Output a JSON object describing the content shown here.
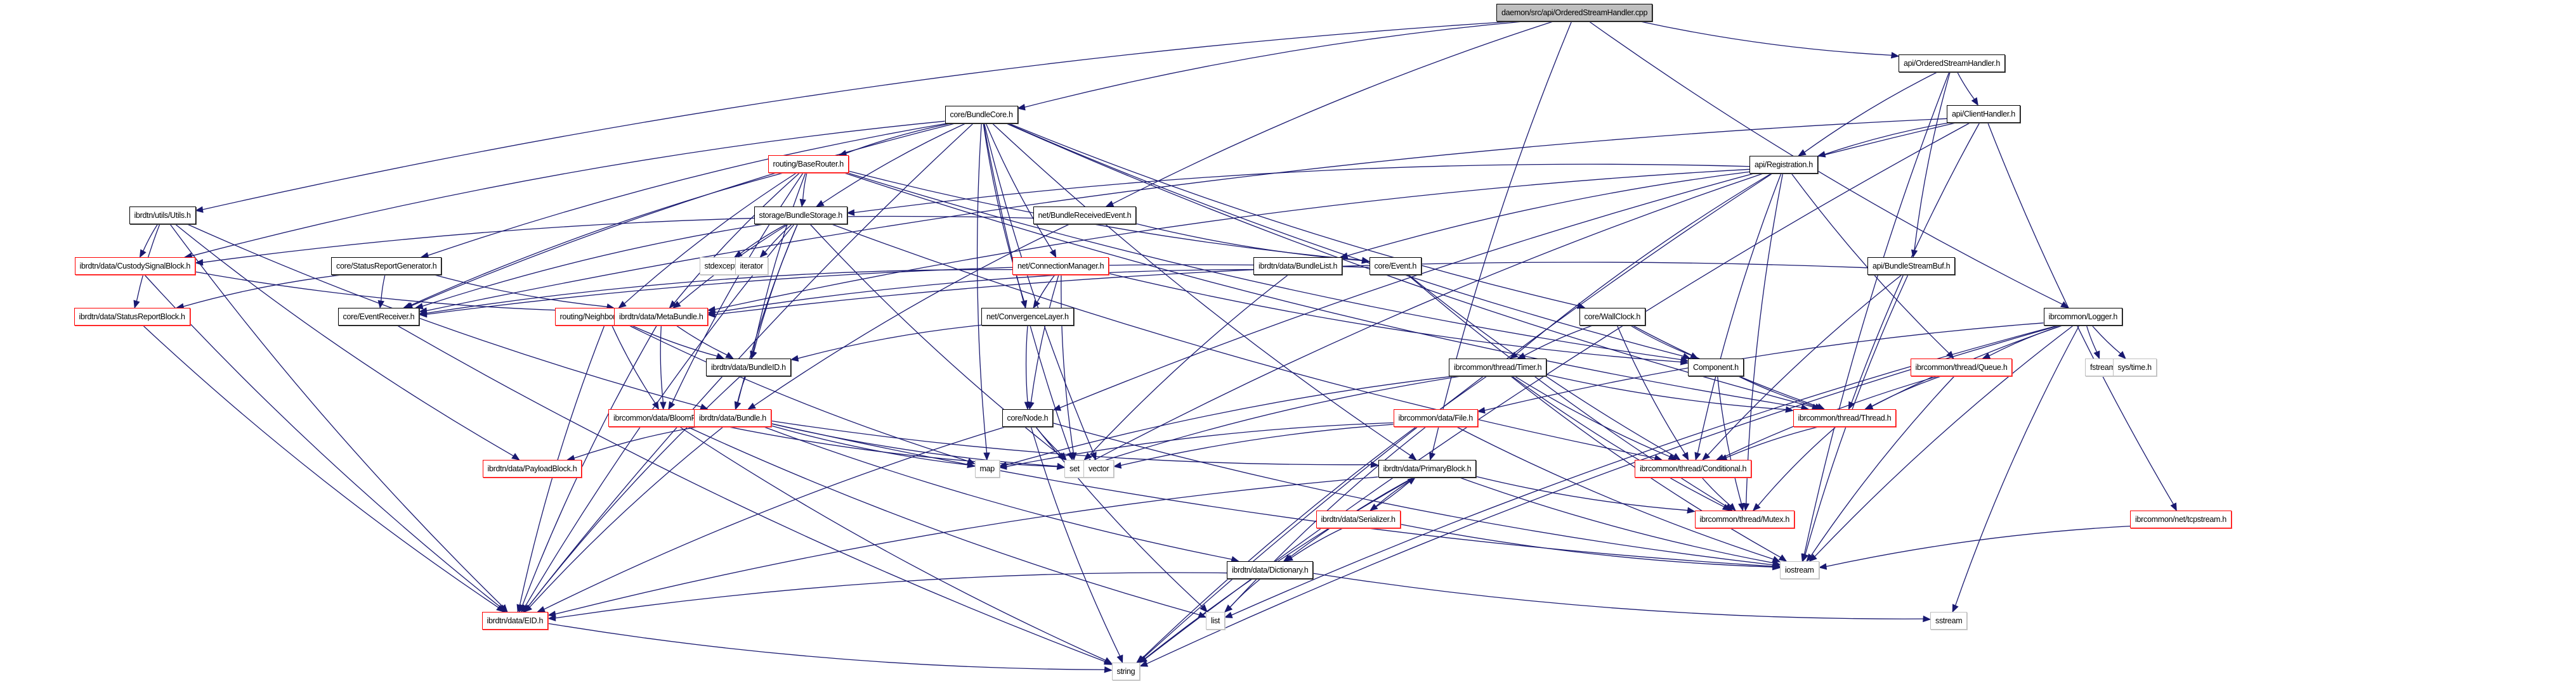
{
  "title": "daemon/src/api/OrderedStreamHandler.cpp",
  "colors": {
    "edge": "#191970",
    "truncated_border": "#ff0000",
    "system_border": "#bfbfbf",
    "root_fill": "#bfbfbf"
  },
  "nodes": [
    {
      "id": "root",
      "label": "daemon/src/api/OrderedStreamHandler.cpp",
      "kind": "root"
    },
    {
      "id": "BundleCore",
      "label": "core/BundleCore.h",
      "kind": "normal"
    },
    {
      "id": "OSH",
      "label": "api/OrderedStreamHandler.h",
      "kind": "normal"
    },
    {
      "id": "ClientHandler",
      "label": "api/ClientHandler.h",
      "kind": "normal"
    },
    {
      "id": "Registration",
      "label": "api/Registration.h",
      "kind": "normal"
    },
    {
      "id": "BaseRouter",
      "label": "routing/BaseRouter.h",
      "kind": "truncated"
    },
    {
      "id": "Utils",
      "label": "ibrdtn/utils/Utils.h",
      "kind": "normal"
    },
    {
      "id": "BundleStorage",
      "label": "storage/BundleStorage.h",
      "kind": "normal"
    },
    {
      "id": "BRE",
      "label": "net/BundleReceivedEvent.h",
      "kind": "normal"
    },
    {
      "id": "CSB",
      "label": "ibrdtn/data/CustodySignalBlock.h",
      "kind": "truncated"
    },
    {
      "id": "SRG",
      "label": "core/StatusReportGenerator.h",
      "kind": "normal"
    },
    {
      "id": "stdexcept",
      "label": "stdexcept",
      "kind": "system"
    },
    {
      "id": "iterator",
      "label": "iterator",
      "kind": "system"
    },
    {
      "id": "ConnMgr",
      "label": "net/ConnectionManager.h",
      "kind": "truncated"
    },
    {
      "id": "BundleList",
      "label": "ibrdtn/data/BundleList.h",
      "kind": "normal"
    },
    {
      "id": "Event",
      "label": "core/Event.h",
      "kind": "normal"
    },
    {
      "id": "BSB",
      "label": "api/BundleStreamBuf.h",
      "kind": "normal"
    },
    {
      "id": "SRB",
      "label": "ibrdtn/data/StatusReportBlock.h",
      "kind": "truncated"
    },
    {
      "id": "EventReceiver",
      "label": "core/EventReceiver.h",
      "kind": "normal"
    },
    {
      "id": "NeighborDB",
      "label": "routing/NeighborDatabase.h",
      "kind": "truncated"
    },
    {
      "id": "MetaBundle",
      "label": "ibrdtn/data/MetaBundle.h",
      "kind": "truncated"
    },
    {
      "id": "ConvLayer",
      "label": "net/ConvergenceLayer.h",
      "kind": "normal"
    },
    {
      "id": "WallClock",
      "label": "core/WallClock.h",
      "kind": "normal"
    },
    {
      "id": "Logger",
      "label": "ibrcommon/Logger.h",
      "kind": "normal"
    },
    {
      "id": "BundleID",
      "label": "ibrdtn/data/BundleID.h",
      "kind": "normal"
    },
    {
      "id": "Timer",
      "label": "ibrcommon/thread/Timer.h",
      "kind": "normal"
    },
    {
      "id": "Component",
      "label": "Component.h",
      "kind": "normal"
    },
    {
      "id": "Queue",
      "label": "ibrcommon/thread/Queue.h",
      "kind": "truncated"
    },
    {
      "id": "fstream",
      "label": "fstream",
      "kind": "system"
    },
    {
      "id": "systime",
      "label": "sys/time.h",
      "kind": "system"
    },
    {
      "id": "BloomFilter",
      "label": "ibrcommon/data/BloomFilter.h",
      "kind": "truncated"
    },
    {
      "id": "Bundle",
      "label": "ibrdtn/data/Bundle.h",
      "kind": "truncated"
    },
    {
      "id": "Node",
      "label": "core/Node.h",
      "kind": "normal"
    },
    {
      "id": "File",
      "label": "ibrcommon/data/File.h",
      "kind": "truncated"
    },
    {
      "id": "Thread",
      "label": "ibrcommon/thread/Thread.h",
      "kind": "truncated"
    },
    {
      "id": "PayloadBlock",
      "label": "ibrdtn/data/PayloadBlock.h",
      "kind": "truncated"
    },
    {
      "id": "map",
      "label": "map",
      "kind": "system"
    },
    {
      "id": "set",
      "label": "set",
      "kind": "system"
    },
    {
      "id": "vector",
      "label": "vector",
      "kind": "system"
    },
    {
      "id": "PrimaryBlock",
      "label": "ibrdtn/data/PrimaryBlock.h",
      "kind": "normal"
    },
    {
      "id": "Conditional",
      "label": "ibrcommon/thread/Conditional.h",
      "kind": "truncated"
    },
    {
      "id": "Serializer",
      "label": "ibrdtn/data/Serializer.h",
      "kind": "truncated"
    },
    {
      "id": "Mutex",
      "label": "ibrcommon/thread/Mutex.h",
      "kind": "truncated"
    },
    {
      "id": "tcpstream",
      "label": "ibrcommon/net/tcpstream.h",
      "kind": "truncated"
    },
    {
      "id": "iostream",
      "label": "iostream",
      "kind": "system"
    },
    {
      "id": "Dictionary",
      "label": "ibrdtn/data/Dictionary.h",
      "kind": "normal"
    },
    {
      "id": "list",
      "label": "list",
      "kind": "system"
    },
    {
      "id": "sstream",
      "label": "sstream",
      "kind": "system"
    },
    {
      "id": "EID",
      "label": "ibrdtn/data/EID.h",
      "kind": "truncated"
    },
    {
      "id": "string",
      "label": "string",
      "kind": "system"
    }
  ],
  "edges": [
    [
      "root",
      "BundleCore"
    ],
    [
      "root",
      "OSH"
    ],
    [
      "root",
      "Utils"
    ],
    [
      "root",
      "BRE"
    ],
    [
      "root",
      "Logger"
    ],
    [
      "root",
      "PrimaryBlock"
    ],
    [
      "OSH",
      "ClientHandler"
    ],
    [
      "OSH",
      "Registration"
    ],
    [
      "OSH",
      "BSB"
    ],
    [
      "OSH",
      "iostream"
    ],
    [
      "ClientHandler",
      "Registration"
    ],
    [
      "ClientHandler",
      "EventReceiver"
    ],
    [
      "ClientHandler",
      "Thread"
    ],
    [
      "ClientHandler",
      "tcpstream"
    ],
    [
      "ClientHandler",
      "Node"
    ],
    [
      "ClientHandler",
      "string"
    ],
    [
      "Registration",
      "BundleStorage"
    ],
    [
      "Registration",
      "BundleList"
    ],
    [
      "Registration",
      "Queue"
    ],
    [
      "Registration",
      "Timer"
    ],
    [
      "Registration",
      "set"
    ],
    [
      "Registration",
      "string"
    ],
    [
      "Registration",
      "Mutex"
    ],
    [
      "Registration",
      "MetaBundle"
    ],
    [
      "Registration",
      "Conditional"
    ],
    [
      "BundleCore",
      "BaseRouter"
    ],
    [
      "BundleCore",
      "BundleStorage"
    ],
    [
      "BundleCore",
      "CSB"
    ],
    [
      "BundleCore",
      "SRG"
    ],
    [
      "BundleCore",
      "EventReceiver"
    ],
    [
      "BundleCore",
      "ConnMgr"
    ],
    [
      "BundleCore",
      "ConvLayer"
    ],
    [
      "BundleCore",
      "WallClock"
    ],
    [
      "BundleCore",
      "Component"
    ],
    [
      "BundleCore",
      "EID"
    ],
    [
      "BundleCore",
      "set"
    ],
    [
      "BundleCore",
      "map"
    ],
    [
      "BundleCore",
      "vector"
    ],
    [
      "BundleCore",
      "PrimaryBlock"
    ],
    [
      "BundleCore",
      "Thread"
    ],
    [
      "BaseRouter",
      "BundleStorage"
    ],
    [
      "BaseRouter",
      "NeighborDB"
    ],
    [
      "BaseRouter",
      "MetaBundle"
    ],
    [
      "BaseRouter",
      "BundleID"
    ],
    [
      "BaseRouter",
      "Event"
    ],
    [
      "BaseRouter",
      "EventReceiver"
    ],
    [
      "BaseRouter",
      "Component"
    ],
    [
      "BaseRouter",
      "Thread"
    ],
    [
      "BaseRouter",
      "BloomFilter"
    ],
    [
      "Utils",
      "CSB"
    ],
    [
      "Utils",
      "SRB"
    ],
    [
      "Utils",
      "Bundle"
    ],
    [
      "Utils",
      "EID"
    ],
    [
      "Utils",
      "PayloadBlock"
    ],
    [
      "BundleStorage",
      "stdexcept"
    ],
    [
      "BundleStorage",
      "iterator"
    ],
    [
      "BundleStorage",
      "MetaBundle"
    ],
    [
      "BundleStorage",
      "BundleID"
    ],
    [
      "BundleStorage",
      "Bundle"
    ],
    [
      "BundleStorage",
      "Conditional"
    ],
    [
      "BundleStorage",
      "EID"
    ],
    [
      "BundleStorage",
      "set"
    ],
    [
      "BundleStorage",
      "EventReceiver"
    ],
    [
      "BRE",
      "CSB"
    ],
    [
      "BRE",
      "Event"
    ],
    [
      "BRE",
      "Bundle"
    ],
    [
      "CSB",
      "EID"
    ],
    [
      "CSB",
      "MetaBundle"
    ],
    [
      "SRG",
      "EventReceiver"
    ],
    [
      "SRG",
      "SRB"
    ],
    [
      "SRG",
      "MetaBundle"
    ],
    [
      "ConnMgr",
      "ConvLayer"
    ],
    [
      "ConnMgr",
      "Node"
    ],
    [
      "ConnMgr",
      "EventReceiver"
    ],
    [
      "ConnMgr",
      "Component"
    ],
    [
      "ConnMgr",
      "set"
    ],
    [
      "BundleList",
      "MetaBundle"
    ],
    [
      "BundleList",
      "set"
    ],
    [
      "Event",
      "EventReceiver"
    ],
    [
      "Event",
      "Mutex"
    ],
    [
      "Event",
      "Conditional"
    ],
    [
      "BSB",
      "MetaBundle"
    ],
    [
      "BSB",
      "Conditional"
    ],
    [
      "BSB",
      "iostream"
    ],
    [
      "SRB",
      "EID"
    ],
    [
      "EventReceiver",
      "string"
    ],
    [
      "NeighborDB",
      "BundleID"
    ],
    [
      "NeighborDB",
      "BloomFilter"
    ],
    [
      "NeighborDB",
      "EID"
    ],
    [
      "NeighborDB",
      "map"
    ],
    [
      "MetaBundle",
      "BundleID"
    ],
    [
      "MetaBundle",
      "BloomFilter"
    ],
    [
      "MetaBundle",
      "EID"
    ],
    [
      "ConvLayer",
      "BundleID"
    ],
    [
      "ConvLayer",
      "Node"
    ],
    [
      "WallClock",
      "Timer"
    ],
    [
      "WallClock",
      "Component"
    ],
    [
      "WallClock",
      "Thread"
    ],
    [
      "WallClock",
      "Conditional"
    ],
    [
      "Logger",
      "fstream"
    ],
    [
      "Logger",
      "systime"
    ],
    [
      "Logger",
      "Queue"
    ],
    [
      "Logger",
      "Thread"
    ],
    [
      "Logger",
      "File"
    ],
    [
      "Logger",
      "iostream"
    ],
    [
      "Logger",
      "sstream"
    ],
    [
      "Logger",
      "string"
    ],
    [
      "Logger",
      "list"
    ],
    [
      "BundleID",
      "Bundle"
    ],
    [
      "BundleID",
      "EID"
    ],
    [
      "Timer",
      "Thread"
    ],
    [
      "Timer",
      "Conditional"
    ],
    [
      "Timer",
      "Mutex"
    ],
    [
      "Timer",
      "iostream"
    ],
    [
      "Timer",
      "set"
    ],
    [
      "Timer",
      "map"
    ],
    [
      "Timer",
      "string"
    ],
    [
      "Component",
      "Thread"
    ],
    [
      "Component",
      "Mutex"
    ],
    [
      "Queue",
      "Thread"
    ],
    [
      "Queue",
      "Conditional"
    ],
    [
      "Queue",
      "iostream"
    ],
    [
      "BloomFilter",
      "list"
    ],
    [
      "BloomFilter",
      "string"
    ],
    [
      "BloomFilter",
      "set"
    ],
    [
      "Bundle",
      "PayloadBlock"
    ],
    [
      "Bundle",
      "map"
    ],
    [
      "Bundle",
      "set"
    ],
    [
      "Bundle",
      "PrimaryBlock"
    ],
    [
      "Bundle",
      "Dictionary"
    ],
    [
      "Bundle",
      "EID"
    ],
    [
      "Bundle",
      "iostream"
    ],
    [
      "Node",
      "set"
    ],
    [
      "Node",
      "string"
    ],
    [
      "Node",
      "iostream"
    ],
    [
      "Node",
      "EID"
    ],
    [
      "Node",
      "list"
    ],
    [
      "File",
      "map"
    ],
    [
      "File",
      "vector"
    ],
    [
      "File",
      "iostream"
    ],
    [
      "File",
      "list"
    ],
    [
      "Thread",
      "Conditional"
    ],
    [
      "Thread",
      "Mutex"
    ],
    [
      "PrimaryBlock",
      "Serializer"
    ],
    [
      "PrimaryBlock",
      "Dictionary"
    ],
    [
      "PrimaryBlock",
      "EID"
    ],
    [
      "PrimaryBlock",
      "iostream"
    ],
    [
      "PrimaryBlock",
      "string"
    ],
    [
      "PrimaryBlock",
      "Mutex"
    ],
    [
      "Conditional",
      "Mutex"
    ],
    [
      "Serializer",
      "PrimaryBlock"
    ],
    [
      "Serializer",
      "Dictionary"
    ],
    [
      "Serializer",
      "iostream"
    ],
    [
      "tcpstream",
      "iostream"
    ],
    [
      "Dictionary",
      "EID"
    ],
    [
      "Dictionary",
      "list"
    ],
    [
      "Dictionary",
      "sstream"
    ],
    [
      "EID",
      "string"
    ]
  ]
}
